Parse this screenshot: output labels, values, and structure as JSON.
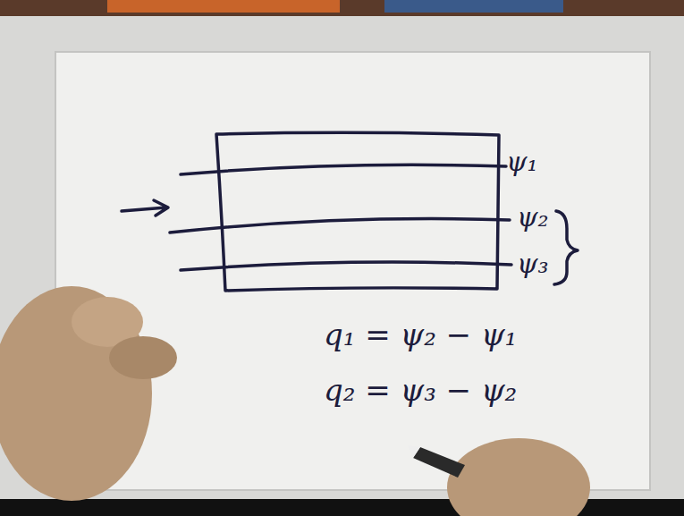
{
  "diagram": {
    "labels": [
      "ψ₁",
      "ψ₂",
      "ψ₃",
      "q₁ = ψ₂ − ψ₁",
      "q₂ = ψ₃ − ψ₂"
    ]
  }
}
